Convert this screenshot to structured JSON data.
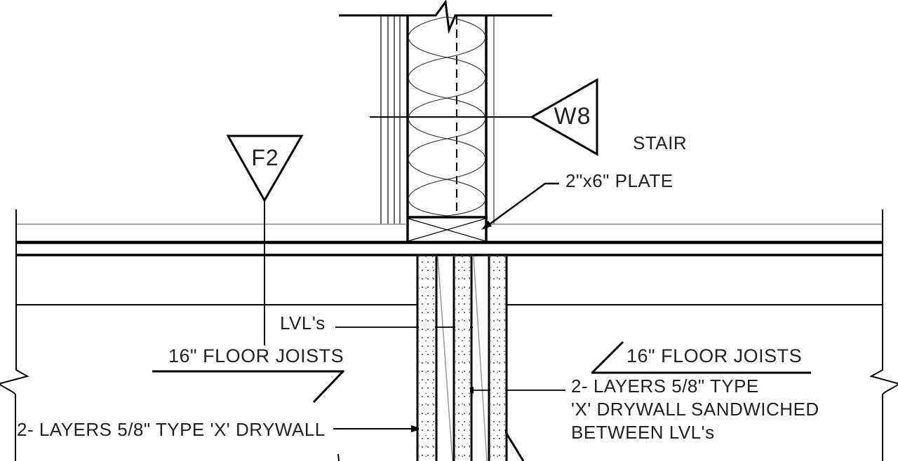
{
  "drawing": {
    "callouts": {
      "w8": "W8",
      "f2": "F2"
    },
    "labels": {
      "stair": "STAIR",
      "plate": "2\"x6\" PLATE",
      "lvls": "LVL's",
      "floor_joists_left": "16\" FLOOR JOISTS",
      "floor_joists_right": "16\" FLOOR JOISTS",
      "drywall_left": "2- LAYERS 5/8\" TYPE 'X' DRYWALL",
      "drywall_right_line1": "2- LAYERS 5/8\" TYPE",
      "drywall_right_line2": "'X' DRYWALL SANDWICHED",
      "drywall_right_line3": "BETWEEN LVL's"
    },
    "colors": {
      "line": "#000000",
      "thin_gray": "#8a8a8a",
      "stipple_dot": "#5a5a5a",
      "background": "#ffffff"
    }
  }
}
